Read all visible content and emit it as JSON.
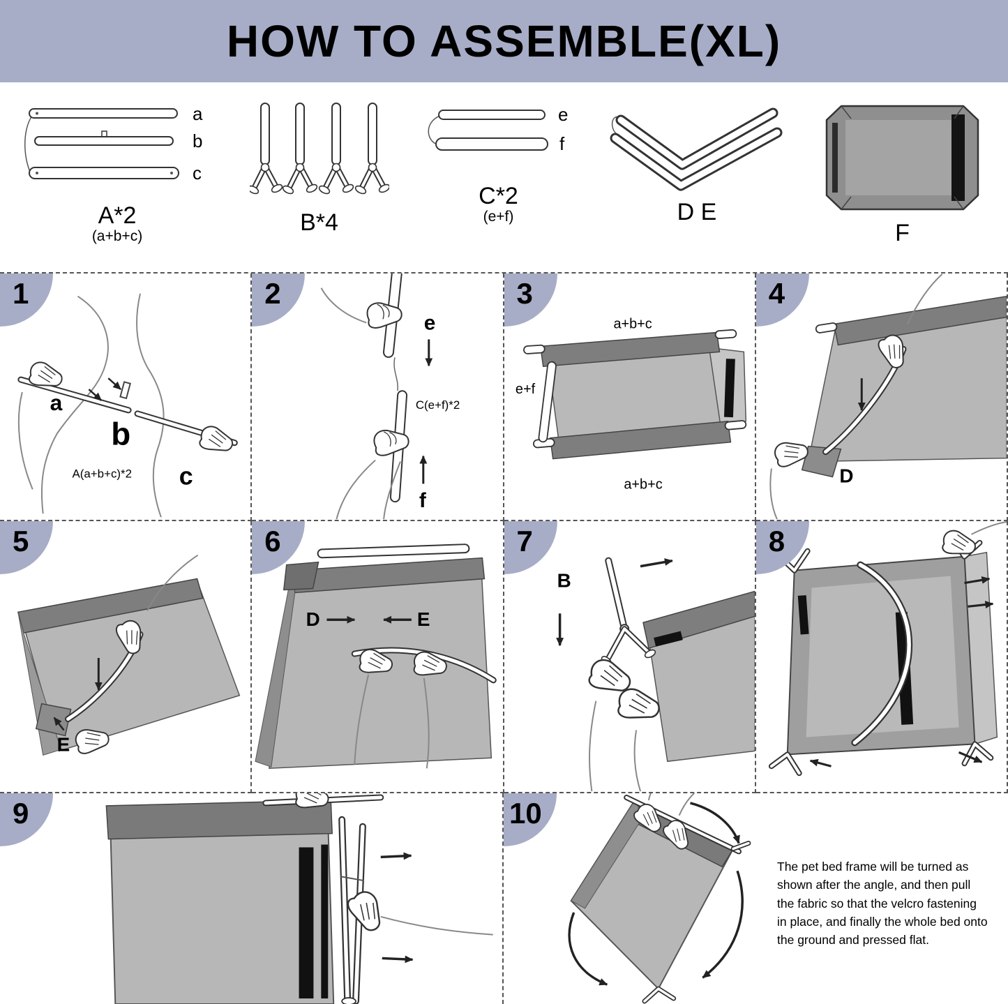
{
  "header": {
    "title": "HOW TO ASSEMBLE(XL)"
  },
  "colors": {
    "banner": "#a7adc7",
    "step_badge": "#a7adc7",
    "fabric_light": "#b7b7b7",
    "fabric_dark": "#7a7a7a",
    "velcro": "#111111"
  },
  "parts": {
    "a": {
      "name": "A*2",
      "sub": "(a+b+c)",
      "pieces": [
        "a",
        "b",
        "c"
      ]
    },
    "b": {
      "name": "B*4"
    },
    "c": {
      "name": "C*2",
      "sub": "(e+f)",
      "pieces": [
        "e",
        "f"
      ]
    },
    "de": {
      "name": "D E"
    },
    "f": {
      "name": "F"
    }
  },
  "steps": [
    {
      "num": "1",
      "labels": {
        "a": "a",
        "b": "b",
        "c": "c",
        "formula": "A(a+b+c)*2"
      }
    },
    {
      "num": "2",
      "labels": {
        "e": "e",
        "f": "f",
        "formula": "C(e+f)*2"
      }
    },
    {
      "num": "3",
      "labels": {
        "top": "a+b+c",
        "left": "e+f",
        "bottom": "a+b+c"
      }
    },
    {
      "num": "4",
      "labels": {
        "d": "D"
      }
    },
    {
      "num": "5",
      "labels": {
        "e": "E"
      }
    },
    {
      "num": "6",
      "labels": {
        "d": "D",
        "e": "E"
      }
    },
    {
      "num": "7",
      "labels": {
        "b": "B"
      }
    },
    {
      "num": "8",
      "labels": {}
    },
    {
      "num": "9",
      "labels": {}
    },
    {
      "num": "10",
      "labels": {},
      "note": "The pet bed frame will be turned as shown after the angle, and then pull the fabric so that the velcro fastening in place, and finally the whole bed onto the ground and pressed flat."
    }
  ]
}
